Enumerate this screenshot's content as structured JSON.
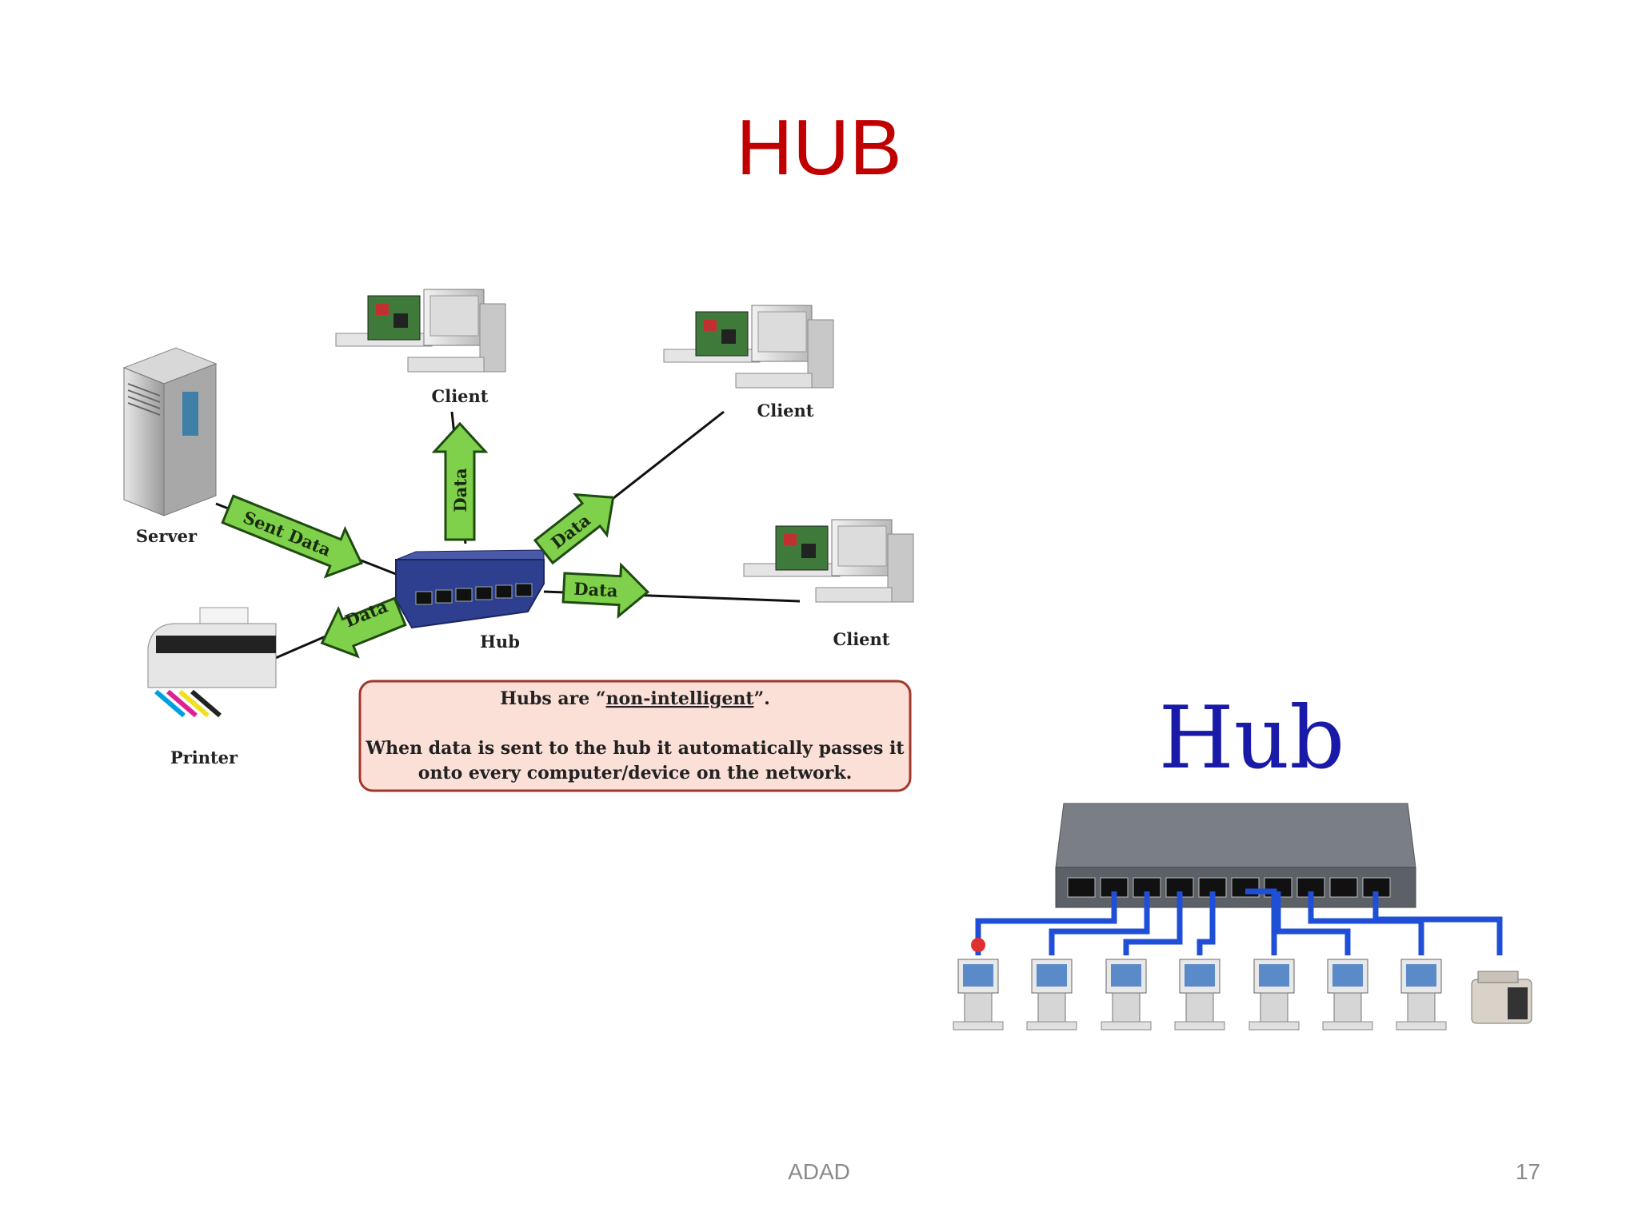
{
  "slide": {
    "title": "HUB",
    "footer_text": "ADAD",
    "page_number": "17"
  },
  "left_diagram": {
    "hub_label": "Hub",
    "server_label": "Server",
    "printer_label": "Printer",
    "client_labels": [
      "Client",
      "Client",
      "Client"
    ],
    "arrows": {
      "server_to_hub": "Sent Data",
      "hub_to_top_client": "Data",
      "hub_to_right_client": "Data",
      "hub_to_lower_client": "Data",
      "hub_to_printer": "Data"
    },
    "note": {
      "line1_prefix": "Hubs are “",
      "line1_underlined": "non-intelligent",
      "line1_suffix": "”.",
      "line2": "When data is sent to the hub it automatically passes it",
      "line3": "onto every computer/device on the network."
    },
    "colors": {
      "arrow_fill": "#7fd04a",
      "hub_body": "#2e3f8f",
      "note_fill": "#fbe0d8",
      "note_border": "#a0372a"
    }
  },
  "right_diagram": {
    "title": "Hub",
    "computer_count": 7,
    "colors": {
      "title": "#1a1aa8",
      "cable": "#1f4fd6",
      "hub_body": "#7a7f86"
    }
  }
}
